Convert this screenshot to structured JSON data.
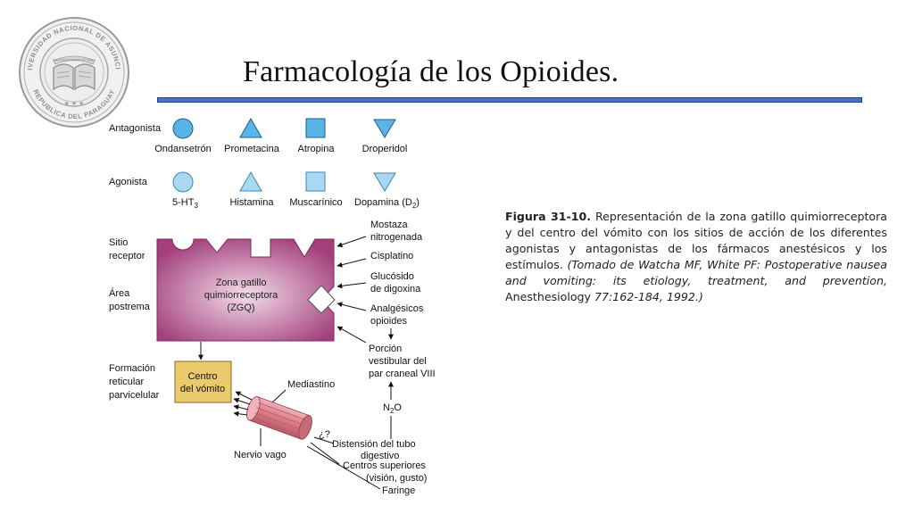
{
  "title": "Farmacología de los Opioides.",
  "seal": {
    "top_text": "UNIVERSIDAD NACIONAL DE ASUNCION",
    "bottom_text": "REPUBLICA DEL PARAGUAY",
    "motto": "MAGISTER IMPENDIT VERO"
  },
  "diagram": {
    "rows": {
      "antagonist_label": "Antagonista",
      "agonist_label": "Agonista"
    },
    "antagonists": [
      "Ondansetrón",
      "Prometacina",
      "Atropina",
      "Droperidol"
    ],
    "agonists": [
      "5-HT",
      "Histamina",
      "Muscarínico",
      "Dopamina (D"
    ],
    "agonist_subscripts": {
      "ht": "3",
      "dopamine": "2"
    },
    "left_labels": {
      "sitio_1": "Sitio",
      "sitio_2": "receptor",
      "area_1": "Área",
      "area_2": "postrema",
      "formacion_1": "Formación",
      "formacion_2": "reticular",
      "formacion_3": "parvicelular"
    },
    "zone": [
      "Zona gatillo",
      "quimiorreceptora",
      "(ZGQ)"
    ],
    "vomit_center": [
      "Centro",
      "del vómito"
    ],
    "right_inputs": {
      "mostaza_1": "Mostaza",
      "mostaza_2": "nitrogenada",
      "cisplatino": "Cisplatino",
      "glucosido_1": "Glucósido",
      "glucosido_2": "de digoxina",
      "analgesicos_1": "Analgésicos",
      "analgesicos_2": "opioides",
      "porcion_1": "Porción",
      "porcion_2": "vestibular del",
      "porcion_3": "par craneal VIII",
      "n2o": "N",
      "n2o_sub": "2",
      "n2o_end": "O"
    },
    "bottom_labels": {
      "mediastino": "Mediastino",
      "nervio": "Nervio vago",
      "question": "¿?",
      "distension_1": "Distensión del tubo",
      "distension_2": "digestivo",
      "centros_1": "Centros superiores",
      "centros_2": "(visión, gusto)",
      "faringe": "Faringe"
    },
    "colors": {
      "receptor_fill": "#5ab4e8",
      "agonist_fill": "#a9d8f3",
      "zone_center": "#f3dcea",
      "zone_edge": "#a23f7c",
      "vomit_fill": "#ebc96d",
      "cylinder": "#d97b84"
    }
  },
  "caption": {
    "figure_label": "Figura 31-10.",
    "text": " Representación de la zona gatillo quimiorreceptora y del centro del vómito con los sitios de acción de los diferentes agonistas y antagonistas de los fármacos anestésicos y los estímulos. ",
    "source_italic": "(Tomado de Watcha MF, White PF: Postoperative nausea and vomiting: its etiology, treatment, and prevention,",
    "journal": " Anesthesiology ",
    "citation_italic": "77:162-184, 1992.)"
  }
}
